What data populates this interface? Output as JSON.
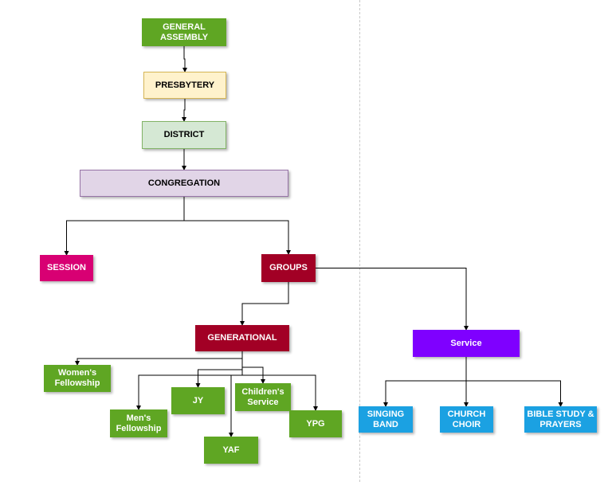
{
  "diagram": {
    "nodes": {
      "general_assembly": {
        "label": "GENERAL\nASSEMBLY",
        "fill": "#5fa623"
      },
      "presbytery": {
        "label": "PRESBYTERY",
        "fill": "#fff2cc"
      },
      "district": {
        "label": "DISTRICT",
        "fill": "#d5e8d4"
      },
      "congregation": {
        "label": "CONGREGATION",
        "fill": "#e1d5e7"
      },
      "session": {
        "label": "SESSION",
        "fill": "#d80073"
      },
      "groups": {
        "label": "GROUPS",
        "fill": "#a20025"
      },
      "generational": {
        "label": "GENERATIONAL",
        "fill": "#a20025"
      },
      "service": {
        "label": "Service",
        "fill": "#7f00ff"
      },
      "womens_fellowship": {
        "label": "Women's\nFellowship",
        "fill": "#5fa623"
      },
      "mens_fellowship": {
        "label": "Men's\nFellowship",
        "fill": "#5fa623"
      },
      "jy": {
        "label": "JY",
        "fill": "#5fa623"
      },
      "yaf": {
        "label": "YAF",
        "fill": "#5fa623"
      },
      "childrens_service": {
        "label": "Children's\nService",
        "fill": "#5fa623"
      },
      "ypg": {
        "label": "YPG",
        "fill": "#5fa623"
      },
      "singing_band": {
        "label": "SINGING\nBAND",
        "fill": "#1ba1e2"
      },
      "church_choir": {
        "label": "CHURCH\nCHOIR",
        "fill": "#1ba1e2"
      },
      "bible_study": {
        "label": "BIBLE STUDY &\nPRAYERS",
        "fill": "#1ba1e2"
      }
    },
    "edges": [
      [
        "general_assembly",
        "presbytery"
      ],
      [
        "presbytery",
        "district"
      ],
      [
        "district",
        "congregation"
      ],
      [
        "congregation",
        "session"
      ],
      [
        "congregation",
        "groups"
      ],
      [
        "groups",
        "generational"
      ],
      [
        "groups",
        "service"
      ],
      [
        "generational",
        "womens_fellowship"
      ],
      [
        "generational",
        "mens_fellowship"
      ],
      [
        "generational",
        "jy"
      ],
      [
        "generational",
        "yaf"
      ],
      [
        "generational",
        "childrens_service"
      ],
      [
        "generational",
        "ypg"
      ],
      [
        "service",
        "singing_band"
      ],
      [
        "service",
        "church_choir"
      ],
      [
        "service",
        "bible_study"
      ]
    ],
    "colors": {
      "edge": "#000000",
      "divider": "#c8c8c8"
    }
  }
}
